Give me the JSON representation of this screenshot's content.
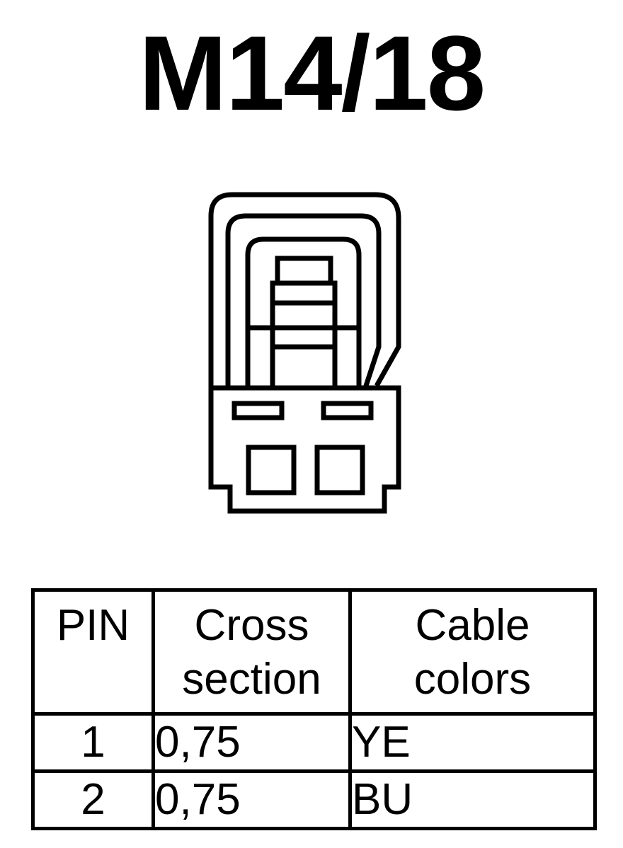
{
  "title": "M14/18",
  "table": {
    "headers": {
      "pin": "PIN",
      "cross_line1": "Cross",
      "cross_line2": "section",
      "color_line1": "Cable",
      "color_line2": "colors"
    },
    "rows": [
      {
        "pin": "1",
        "cross_section": "0,75",
        "color": "YE"
      },
      {
        "pin": "2",
        "cross_section": "0,75",
        "color": "BU"
      }
    ]
  }
}
